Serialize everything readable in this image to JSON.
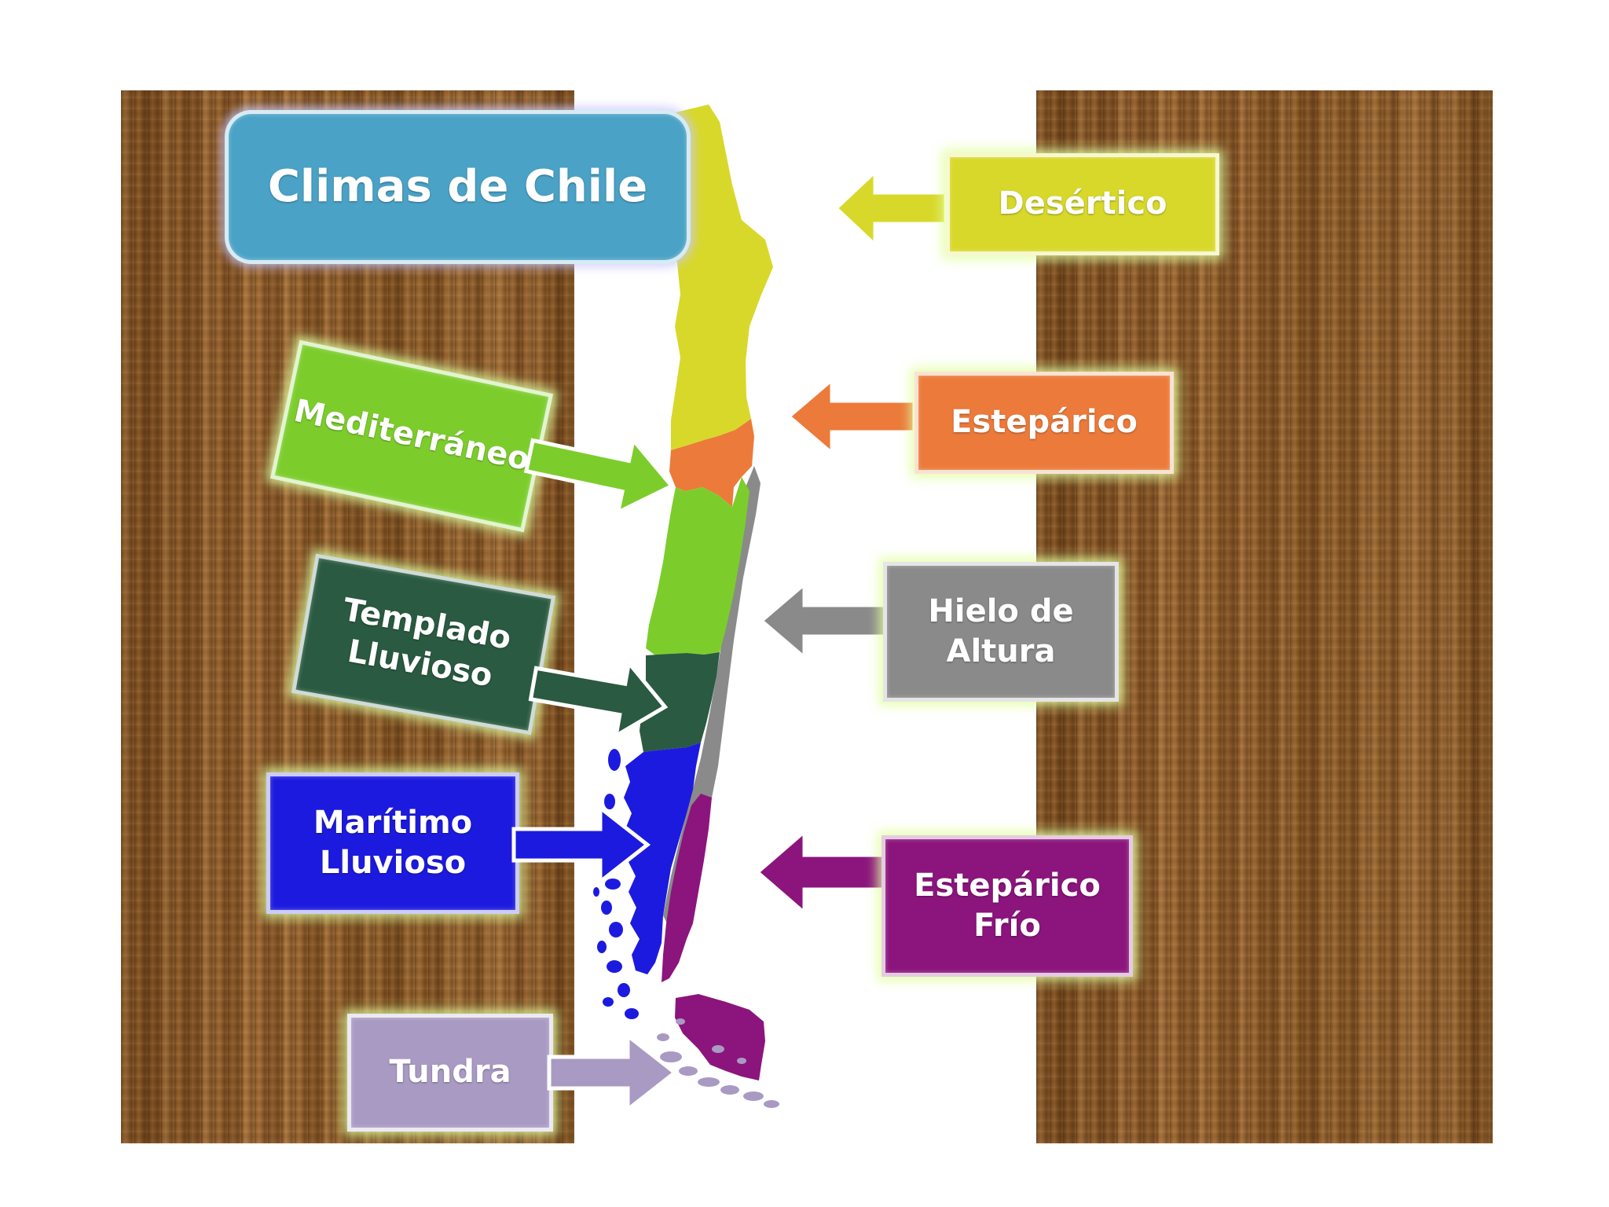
{
  "title": "Climas de Chile",
  "climates": {
    "desertico": {
      "label": "Desértico",
      "color": "#d8d82a"
    },
    "mediterraneo": {
      "label": "Mediterráneo",
      "color": "#7ccd2c"
    },
    "estepario": {
      "label": "Estepárico",
      "color": "#ec7a3a"
    },
    "templado": {
      "label": "Templado\nLluvioso",
      "color": "#2a5a41"
    },
    "hielo": {
      "label": "Hielo de\nAltura",
      "color": "#8a8a8a"
    },
    "maritimo": {
      "label": "Marítimo\nLluvioso",
      "color": "#1d1adf"
    },
    "estepario_frio": {
      "label": "Estepárico\nFrío",
      "color": "#8b157c"
    },
    "tundra": {
      "label": "Tundra",
      "color": "#a99ac4"
    }
  }
}
